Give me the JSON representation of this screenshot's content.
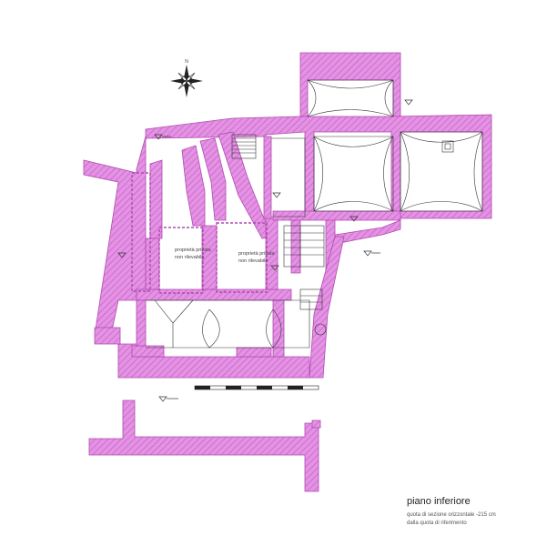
{
  "plan": {
    "title": "piano inferiore",
    "subtitle_line1": "quota di sezione orizzontale -215 cm",
    "subtitle_line2": "dalla quota di riferimento",
    "room_note_line1": "proprietà privata",
    "room_note_line2": "non rilevabile",
    "compass_north": "N",
    "colors": {
      "wall_hatch": "#e28ae2",
      "wall_line": "#b04ab0",
      "line": "#333333"
    }
  }
}
